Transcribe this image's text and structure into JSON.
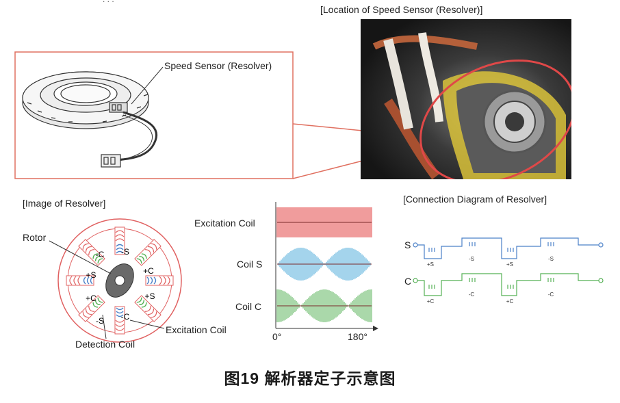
{
  "top_fragment": ". . .",
  "location_header": "[Location of Speed Sensor (Resolver)]",
  "callout_label": "Speed Sensor (Resolver)",
  "image_header": "[Image of Resolver]",
  "connection_header": "[Connection Diagram of Resolver]",
  "resolver_labels": {
    "rotor": "Rotor",
    "detection_coil": "Detection Coil",
    "excitation_coil": "Excitation Coil",
    "poles": [
      "-C",
      "-S",
      "+S",
      "+C",
      "+C",
      "+S",
      "-S",
      "-C"
    ]
  },
  "waveform_labels": {
    "excitation": "Excitation Coil",
    "coil_s": "Coil S",
    "coil_c": "Coil C",
    "x_start": "0°",
    "x_end": "180°"
  },
  "connection": {
    "s_label": "S",
    "c_label": "C",
    "s_coils": [
      "+S",
      "-S",
      "+S",
      "-S"
    ],
    "c_coils": [
      "+C",
      "-C",
      "+C",
      "-C"
    ]
  },
  "caption": "图19 解析器定子示意图",
  "colors": {
    "excitation": "#e03a3a",
    "coil_s": "#4aa8d8",
    "coil_c": "#55b055",
    "frame": "#e07060"
  }
}
